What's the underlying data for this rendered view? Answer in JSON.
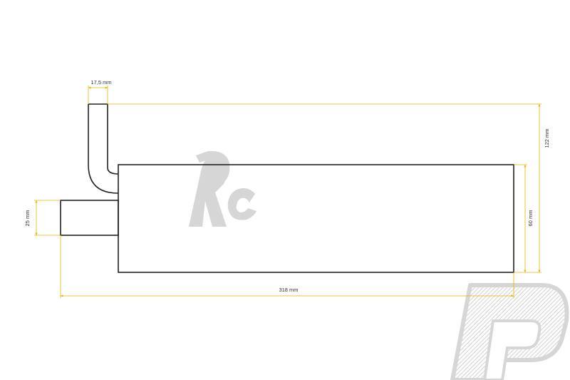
{
  "colors": {
    "outline": "#222222",
    "dimension": "#e8b400",
    "dimension_text": "#333333",
    "watermark": "#cfcfcf",
    "watermark_pattern": "#bdbdbd"
  },
  "dimensions": {
    "pipe_width": "17,5 mm",
    "total_height": "122 mm",
    "body_height": "60 mm",
    "outlet_diameter": "25 mm",
    "total_length": "318 mm"
  },
  "watermark": {
    "center_logo": "RC",
    "corner_logo": "P"
  }
}
